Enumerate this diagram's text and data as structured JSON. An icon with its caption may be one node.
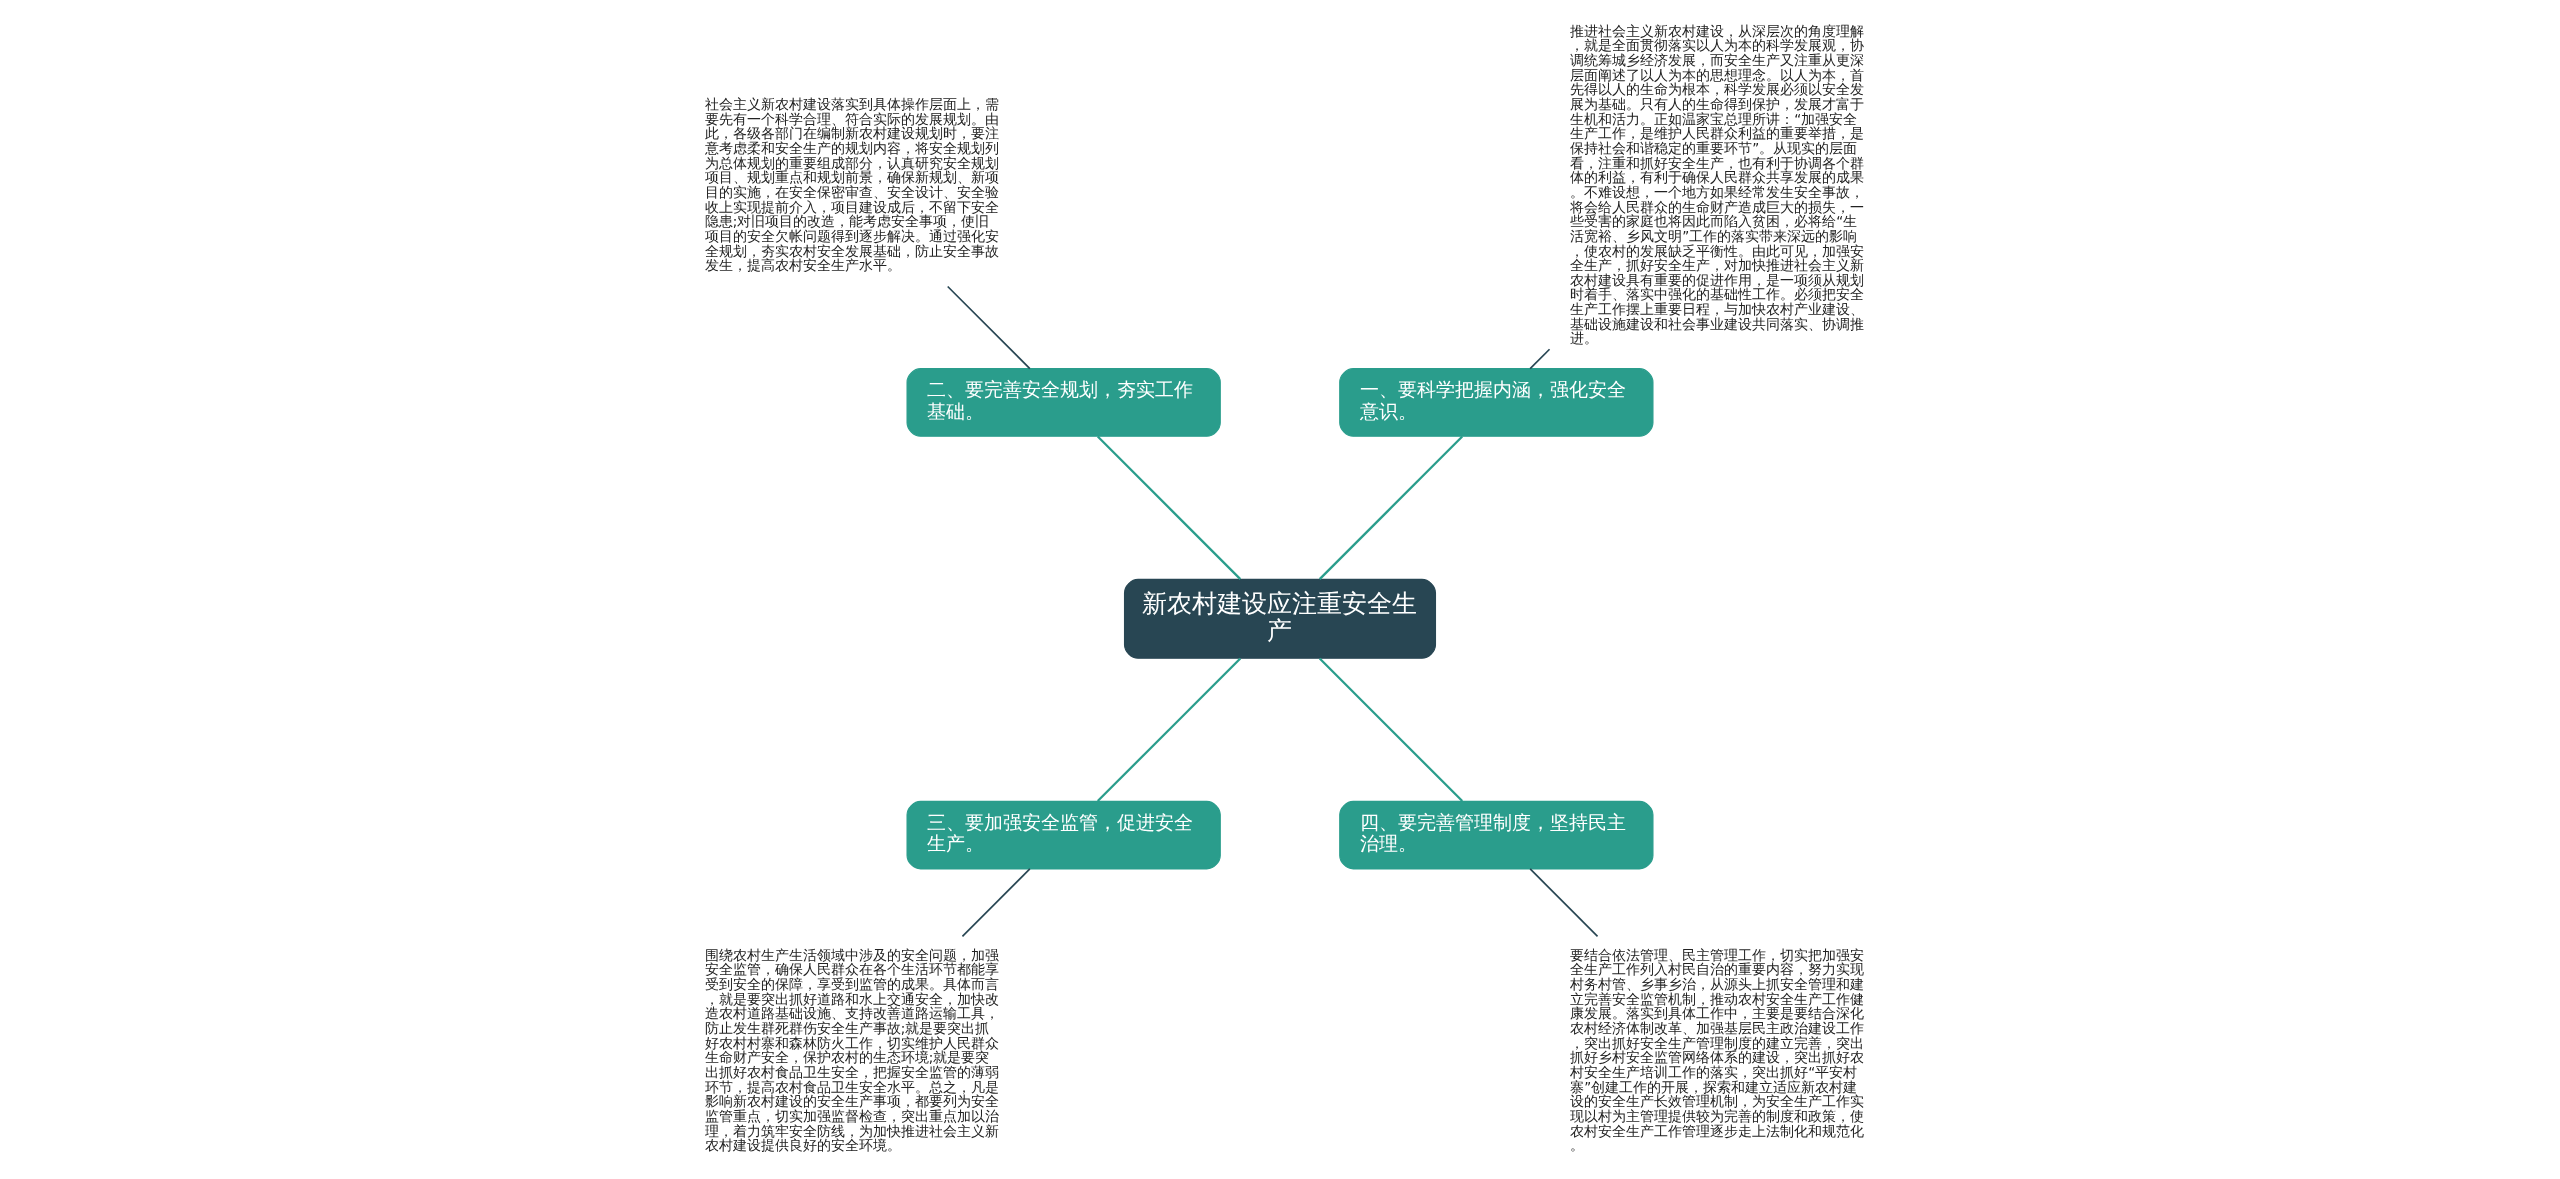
{
  "diagram": {
    "nodes": [
      {
        "text": [
          "新农村建设应注重安全生产"
        ]
      },
      {
        "text": [
          "一、要科学把握内涵，强化安全意识。"
        ]
      },
      {
        "text": [
          "推进社会主义新农村建设，从深层次的角度理解，就是全面贯彻落实以人为本的科学发展观，协调统筹城乡经济发展，而安全生产又注重从更深层面阐述了以人为本的思想理念。以人为本，首先得以人的生命为根本，科学发展必须以安全发展为基础。只有人的生命得到保护，发展才富于生机和活力。正如温家宝总理所讲：“加强安全生产工作，是维护人民群众利益的重要举措，是保持社会和谐稳定的重要环节”。从现实的层面看，注重和抓好安全生产，也有利于协调各个群体的利益，有利于确保人民群众共享发展的成果。不难设想，一个地方如果经常发生安全事故，将会给人民群众的生命财产造成巨大的损失，一些受害的家庭也将因此而陷入贫困，必将给“生活宽裕、乡风文明”工作的落实带来深远的影响，使农村的发展缺乏平衡性。由此可见，加强安全生产，抓好安全生产，对加快推进社会主义新农村建设具有重要的促进作用，是一项须从规划时着手、落实中强化的基础性工作。必须把安全生产工作摆上重要日程，与加快农村产业建设、基础设施建设和社会事业建设共同落实、协调推进。"
        ]
      },
      {
        "text": [
          "二、要完善安全规划，夯实工作基础。"
        ]
      },
      {
        "text": [
          "社会主义新农村建设落实到具体操作层面上，需要先有一个科学合理、符合实际的发展规划。由此，各级各部门在编制新农村建设规划时，要注意考虑柔和安全生产的规划内容，将安全规划列为总体规划的重要组成部分，认真研究安全规划项目、规划重点和规划前景，确保新规划、新项目的实施，在安全保密审查、安全设计、安全验收上实现提前介入，项目建设成后，不留下安全隐患;对旧项目的改造，能考虑安全事项，使旧项目的安全欠帐问题得到逐步解决。通过强化安全规划，夯实农村安全发展基础，防止安全事故发生，提高农村安全生产水平。"
        ]
      },
      {
        "text": [
          "三、要加强安全监管，促进安全生产。"
        ]
      },
      {
        "text": [
          "围绕农村生产生活领域中涉及的安全问题，加强安全监管，确保人民群众在各个生活环节都能享受到安全的保障，享受到监管的成果。具体而言，就是要突出抓好道路和水上交通安全，加快改造农村道路基础设施、支持改善道路运输工具，防止发生群死群伤安全生产事故;就是要突出抓好农村村寨和森林防火工作，切实维护人民群众生命财产安全，保护农村的生态环境;就是要突出抓好农村食品卫生安全，把握安全监管的薄弱环节，提高农村食品卫生安全水平。总之，凡是影响新农村建设的安全生产事项，都要列为安全监管重点，切实加强监督检查，突出重点加以治理，着力筑牢安全防线，为加快推进社会主义新农村建设提供良好的安全环境。"
        ]
      },
      {
        "text": [
          "四、要完善管理制度，坚持民主治理。"
        ]
      },
      {
        "text": [
          "要结合依法管理、民主管理工作，切实把加强安全生产工作列入村民自治的重要内容，努力实现村务村管、乡事乡治，从源头上抓安全管理和建立完善安全监管机制，推动农村安全生产工作健康发展。落实到具体工作中，主要是要结合深化农村经济体制改革、加强基层民主政治建设工作，突出抓好安全生产管理制度的建立完善，突出抓好乡村安全监管网络体系的建设，突出抓好农村安全生产培训工作的落实，突出抓好“平安村寨”创建工作的开展，探索和建立适应新农村建设的安全生产长效管理机制，为安全生产工作实现以村为主管理提供较为完善的制度和政策，使农村安全生产工作管理逐步走上法制化和规范化。"
        ]
      }
    ],
    "edges": [
      {
        "from": 0,
        "to": 1,
        "arrow": "none"
      },
      {
        "from": 1,
        "to": 2,
        "arrow": "none"
      },
      {
        "from": 0,
        "to": 3,
        "arrow": "none"
      },
      {
        "from": 3,
        "to": 4,
        "arrow": "none"
      },
      {
        "from": 0,
        "to": 5,
        "arrow": "none"
      },
      {
        "from": 5,
        "to": 6,
        "arrow": "none"
      },
      {
        "from": 0,
        "to": 7,
        "arrow": "none"
      },
      {
        "from": 7,
        "to": 8,
        "arrow": "none"
      }
    ]
  }
}
